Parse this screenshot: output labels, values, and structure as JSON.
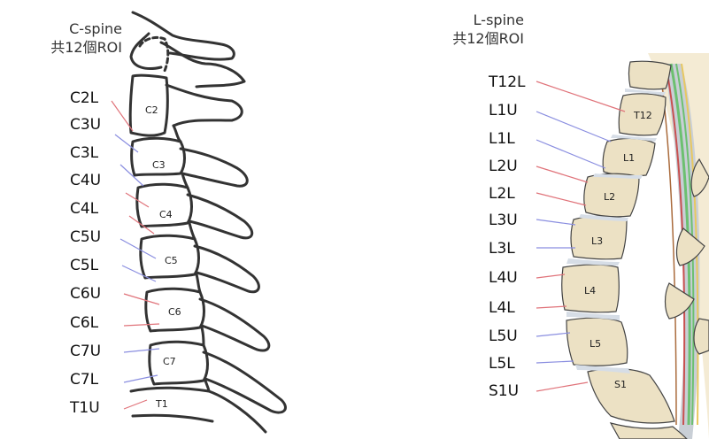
{
  "cspine": {
    "title_line1": "C-spine",
    "title_line2": "共12個ROI",
    "labels": [
      "C2L",
      "C3U",
      "C3L",
      "C4U",
      "C4L",
      "C5U",
      "C5L",
      "C6U",
      "C6L",
      "C7U",
      "C7L",
      "T1U"
    ],
    "vertebrae": [
      "C2",
      "C3",
      "C4",
      "C5",
      "C6",
      "C7",
      "T1"
    ]
  },
  "lspine": {
    "title_line1": "L-spine",
    "title_line2": "共12個ROI",
    "labels": [
      "T12L",
      "L1U",
      "L1L",
      "L2U",
      "L2L",
      "L3U",
      "L3L",
      "L4U",
      "L4L",
      "L5U",
      "L5L",
      "S1U"
    ],
    "vertebrae": [
      "T12",
      "L1",
      "L2",
      "L3",
      "L4",
      "L5",
      "S1"
    ]
  },
  "colors": {
    "lower_arrow": "#e0737a",
    "upper_arrow": "#8a8ee0",
    "bone_fill": "#ece1c4",
    "cord_green": "#6cc070"
  }
}
